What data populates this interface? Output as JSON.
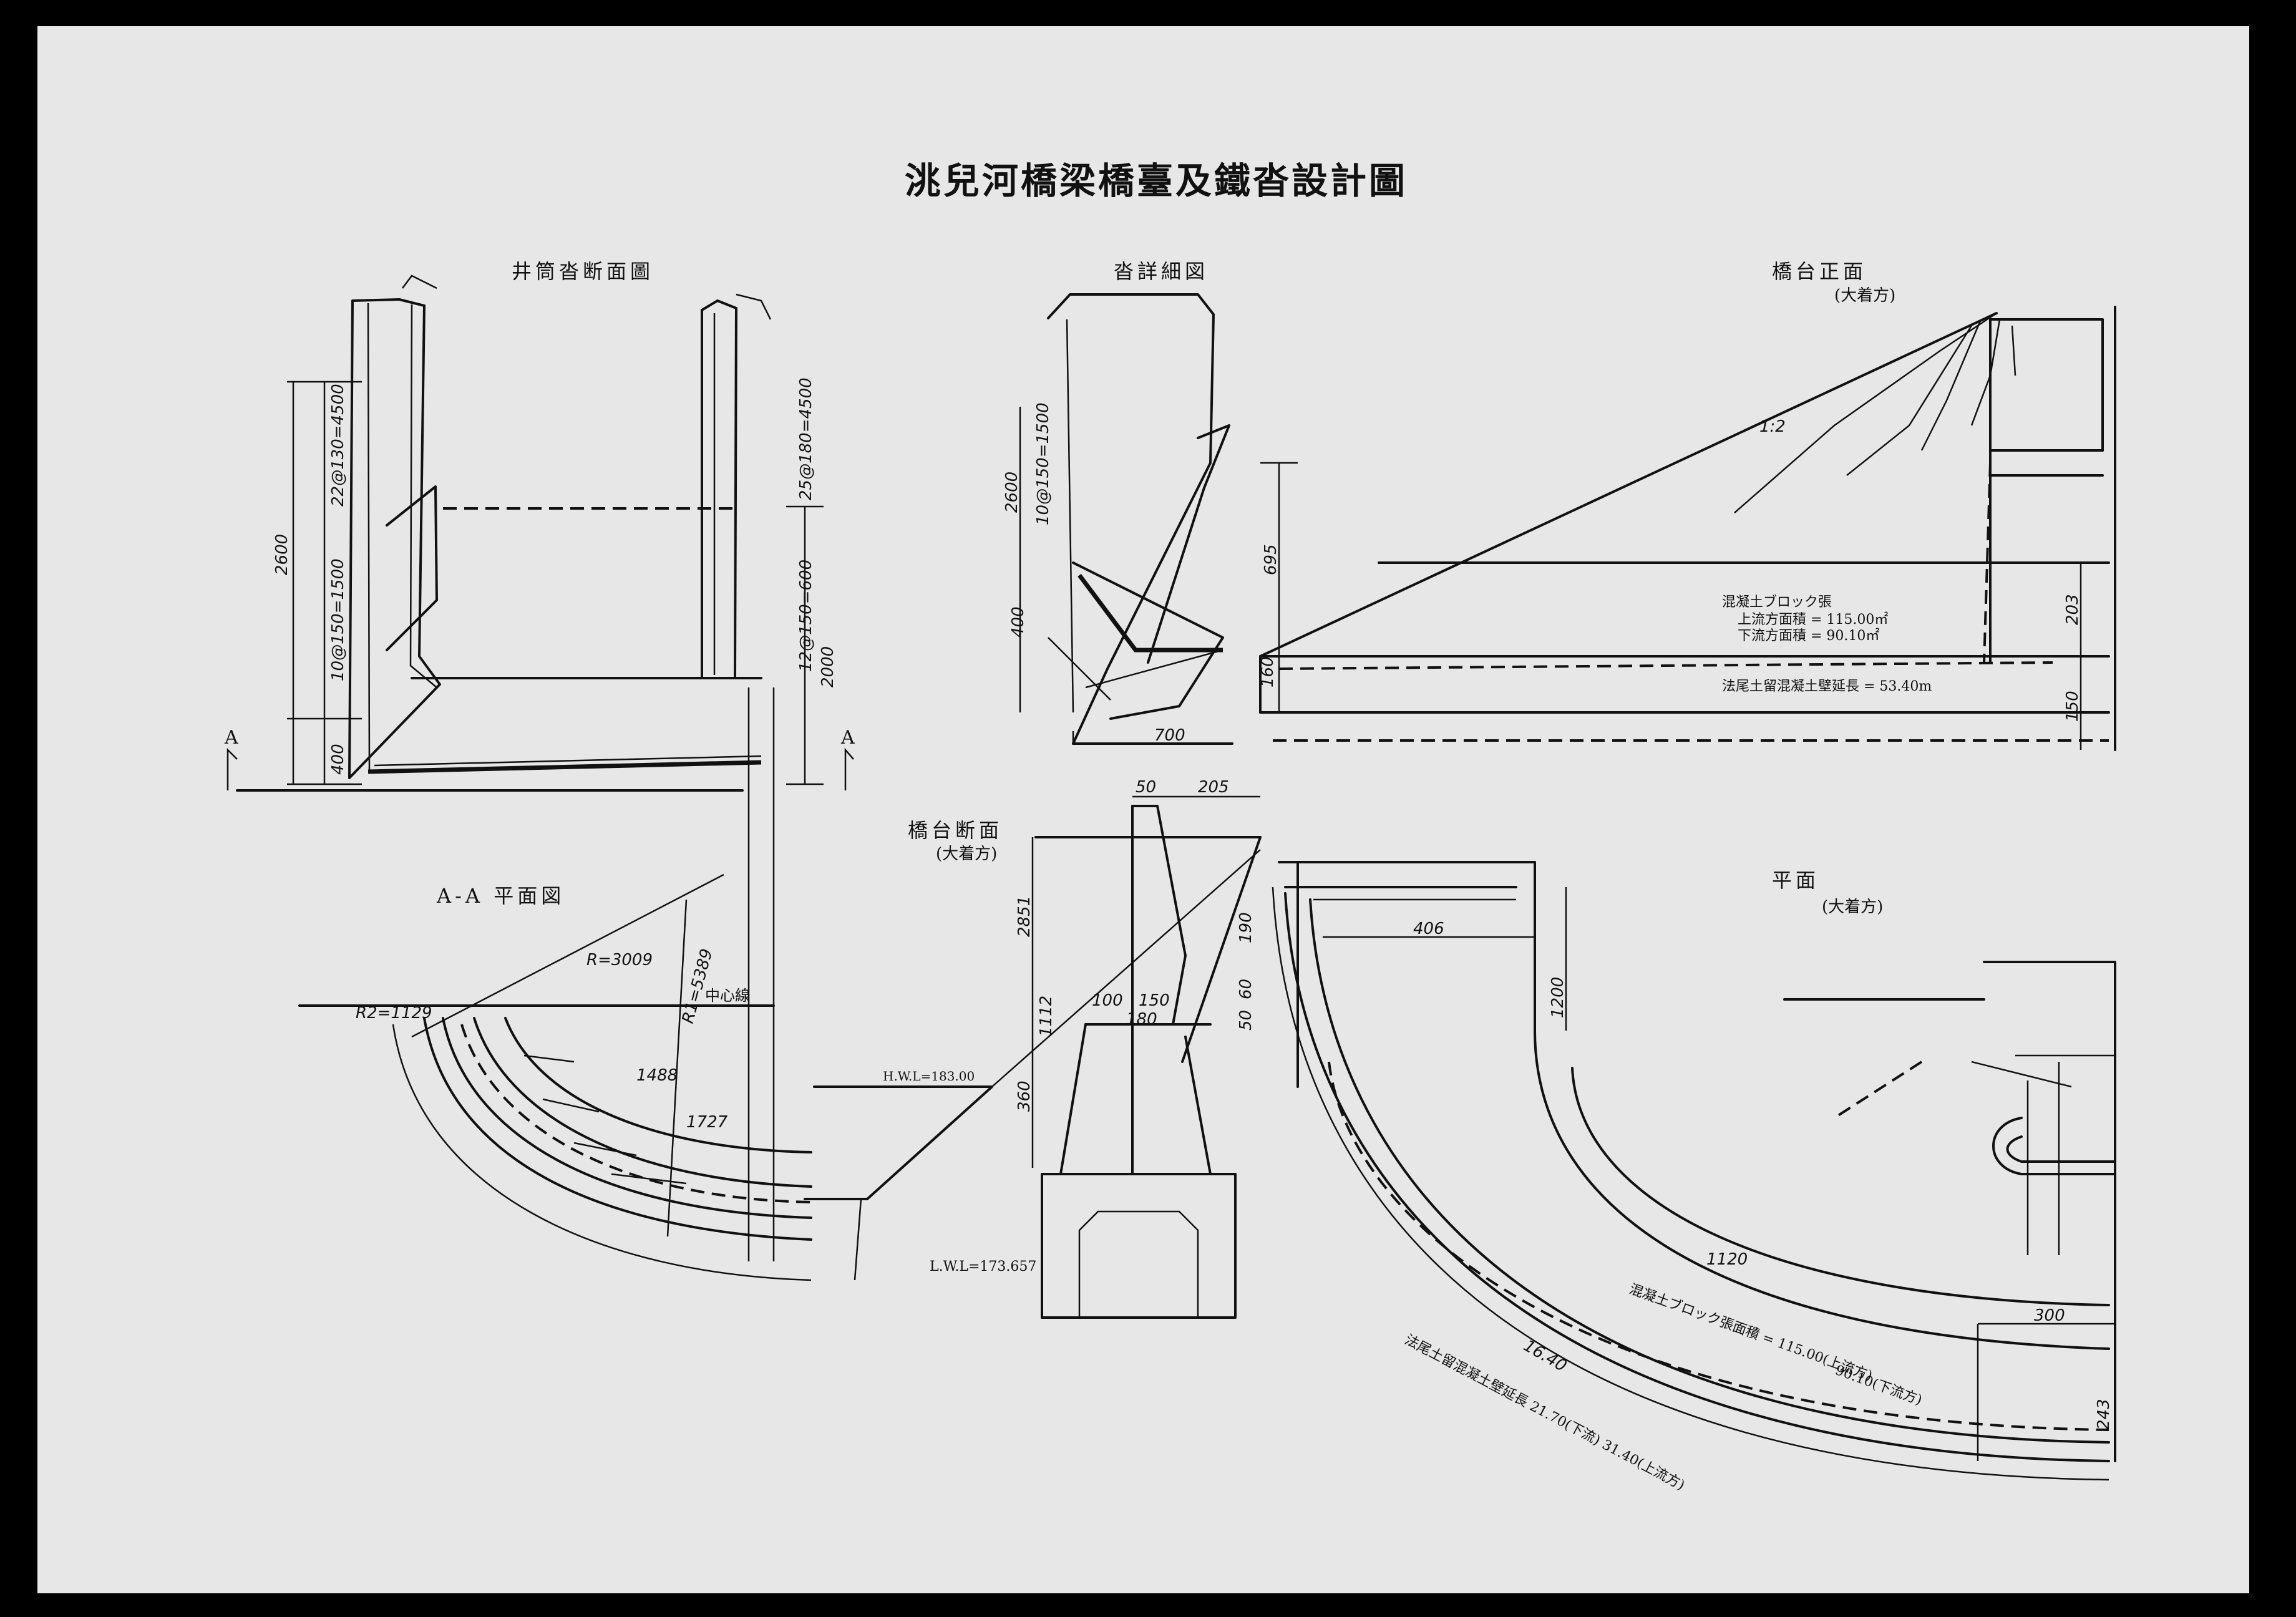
{
  "title": "洮兒河橋梁橋臺及鐵沓設計圖",
  "views": {
    "well_section": {
      "label": "井筒沓断面圖",
      "section_mark": "A"
    },
    "shoe_detail": {
      "label": "沓詳細図"
    },
    "abutment_front": {
      "label": "橋台正面",
      "scale": "(大着方)"
    },
    "plan_aa": {
      "label": "A-A 平面図"
    },
    "abutment_section": {
      "label": "橋台断面",
      "scale": "(大着方)"
    },
    "plan": {
      "label": "平面",
      "scale": "(大着方)"
    }
  },
  "dimensions": {
    "well": [
      "2600",
      "22@130=4500",
      "10@150=1500",
      "400",
      "2000",
      "12@150=600",
      "25@180=4500"
    ],
    "shoe": [
      "2600",
      "10@150=1500",
      "400",
      "160",
      "700",
      "695"
    ],
    "front": [
      "203",
      "150",
      "1:2"
    ],
    "section": [
      "50",
      "205",
      "2851",
      "1112",
      "360",
      "100",
      "150",
      "180",
      "50",
      "60",
      "190"
    ],
    "plan": [
      "406",
      "1120",
      "300",
      "243",
      "1200",
      "16.40"
    ],
    "aa": [
      "1488",
      "1727",
      "R=3009",
      "R1=5389",
      "R2=1129"
    ]
  },
  "notes": {
    "front_block": "混凝土ブロック張",
    "front_area_upper": "上流方面積 = 115.00㎡",
    "front_area_lower": "下流方面積 = 90.10㎡",
    "front_length": "法尾土留混凝土壁延長 = 53.40m",
    "plan_block": "混凝土ブロック張面積 = 115.00(上流方)",
    "plan_block2": "90.10(下流方)",
    "plan_length": "法尾土留混凝土壁延長 21.70(下流) 31.40(上流方)",
    "center_line": "中心線",
    "lwl": "L.W.L=173.657",
    "hwl": "H.W.L=183.00"
  }
}
